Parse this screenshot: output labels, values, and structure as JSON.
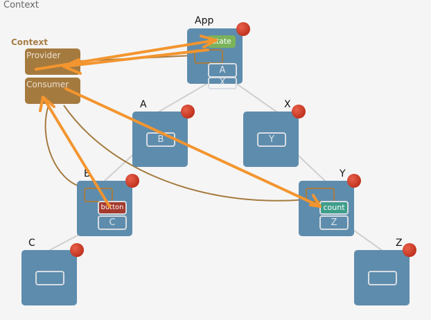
{
  "title": "Context",
  "context": {
    "label": "Context",
    "provider_label": "Provider",
    "consumer_label": "Consumer"
  },
  "components": {
    "app": {
      "name": "App",
      "chip": "state",
      "slots": [
        "A",
        "X"
      ]
    },
    "a": {
      "name": "A",
      "slots": [
        "B"
      ]
    },
    "x": {
      "name": "X",
      "slots": [
        "Y"
      ]
    },
    "b": {
      "name": "B",
      "chip": "button",
      "slots": [
        "C"
      ]
    },
    "y": {
      "name": "Y",
      "chip": "count",
      "slots": [
        "Z"
      ]
    },
    "c": {
      "name": "C",
      "slots": [
        ""
      ]
    },
    "z": {
      "name": "Z",
      "slots": [
        ""
      ]
    }
  },
  "colors": {
    "component": "#5e8cad",
    "context": "#a57a3f",
    "arrow": "#f3952f",
    "state_chip": "#7bb35b",
    "button_chip": "#a53a2e",
    "count_chip": "#3f9e8a",
    "rerender_dot": "#d4402b"
  }
}
